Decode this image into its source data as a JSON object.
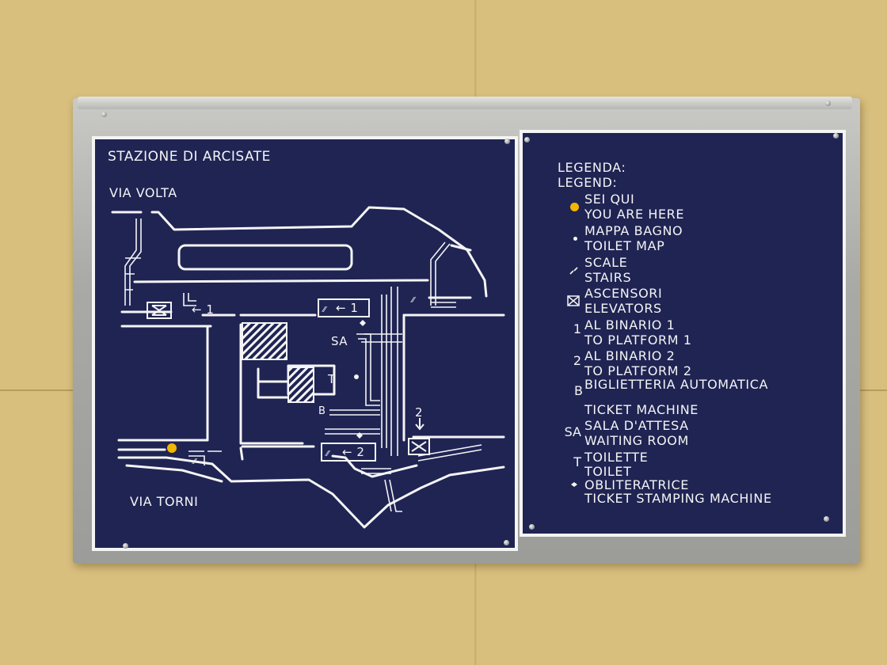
{
  "map": {
    "station_title": "STAZIONE DI ARCISATE",
    "street_top": "VIA VOLTA",
    "street_bottom": "VIA TORNI",
    "labels": {
      "arrow_1_left": "← 1",
      "arrow_1_center": "← 1",
      "arrow_2_center": "← 2",
      "platform_2": "2",
      "sa": "SA",
      "t": "T",
      "b": "B"
    }
  },
  "legend": {
    "heading_it": "LEGENDA:",
    "heading_en": "LEGEND:",
    "items": [
      {
        "symbol": "yellow-dot",
        "it": "SEI QUI",
        "en": "YOU ARE HERE"
      },
      {
        "symbol": "white-dot",
        "it": "MAPPA BAGNO",
        "en": "TOILET MAP"
      },
      {
        "symbol": "stairs-icon",
        "it": "SCALE",
        "en": "STAIRS"
      },
      {
        "symbol": "elevator-icon",
        "it": "ASCENSORI",
        "en": "ELEVATORS"
      },
      {
        "symbol": "1",
        "it": "AL BINARIO 1",
        "en": "TO PLATFORM 1"
      },
      {
        "symbol": "2",
        "it": "AL BINARIO 2",
        "en": "TO PLATFORM 2"
      },
      {
        "symbol": "B",
        "it": "BIGLIETTERIA AUTOMATICA",
        "en": "TICKET MACHINE"
      },
      {
        "symbol": "SA",
        "it": "SALA D'ATTESA",
        "en": "WAITING ROOM"
      },
      {
        "symbol": "T",
        "it": "TOILETTE",
        "en": "TOILET"
      },
      {
        "symbol": "diamond-icon",
        "it": "OBLITERATRICE",
        "en": "TICKET STAMPING MACHINE"
      }
    ]
  },
  "colors": {
    "panel": "#1f2453",
    "line": "#f4f4f4",
    "you_are_here": "#f2b600",
    "wall": "#d8bf7e"
  }
}
